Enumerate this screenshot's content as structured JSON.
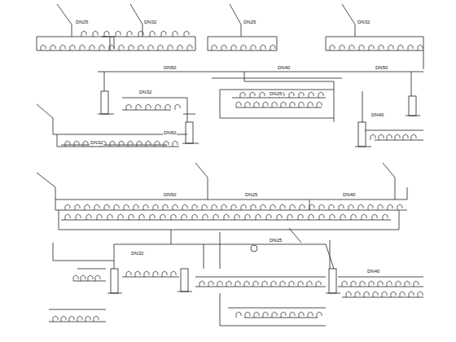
{
  "diagram": {
    "labels": [
      "DN25",
      "DN32",
      "DN25",
      "DN32",
      "DN50",
      "DN40",
      "DN50",
      "DN32",
      "DN25",
      "DN40",
      "DN50",
      "DN32",
      "DN50",
      "DN25",
      "DN40",
      "DN32",
      "DN25",
      "DN40"
    ]
  }
}
